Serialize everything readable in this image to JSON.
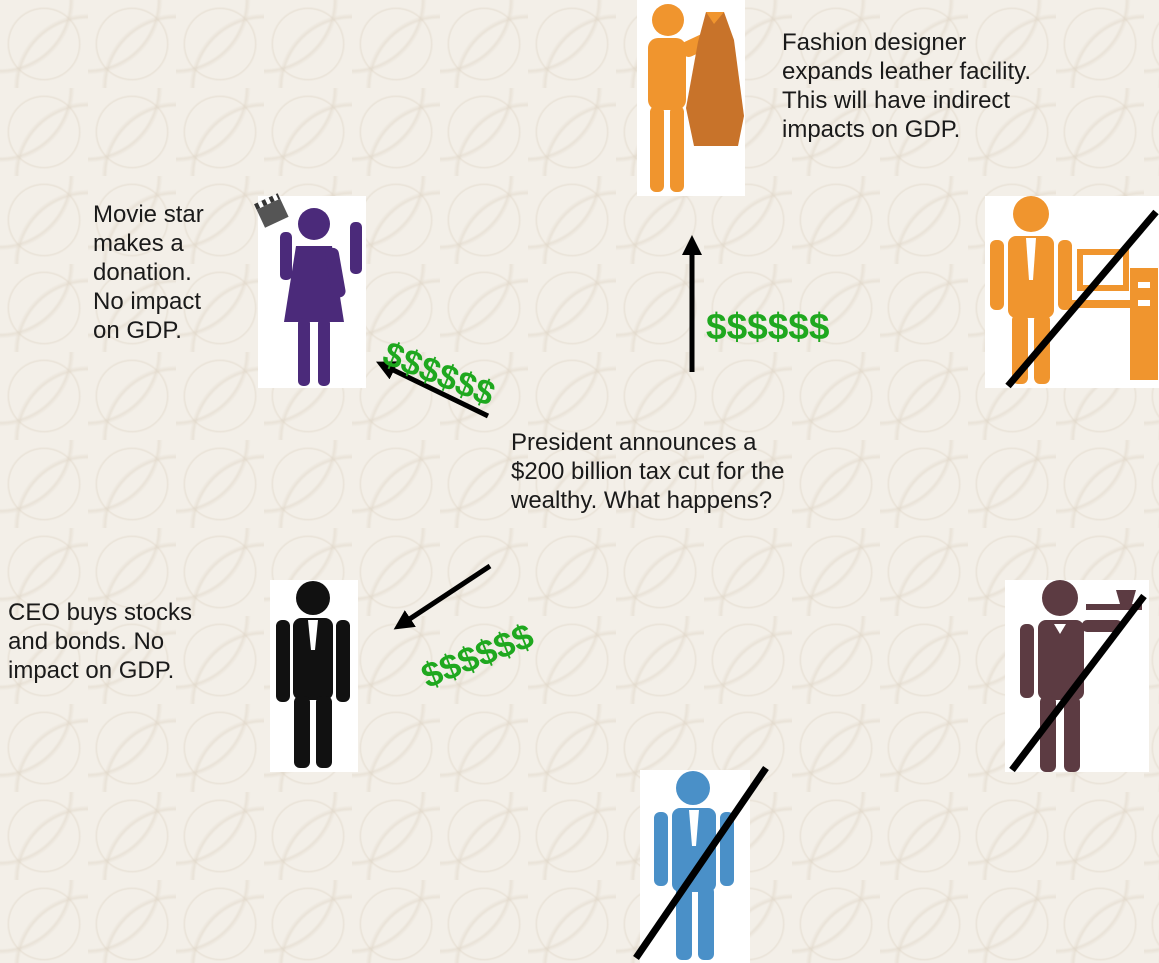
{
  "center_text": {
    "lines": [
      "President announces a",
      "$200 billion tax cut for the",
      "wealthy. What happens?"
    ]
  },
  "fashion_text": {
    "lines": [
      "Fashion designer",
      "expands leather facility.",
      "This will have indirect",
      "impacts on GDP."
    ]
  },
  "movie_text": {
    "lines": [
      "Movie star",
      "makes a",
      "donation.",
      "No impact",
      "on GDP."
    ]
  },
  "ceo_text": {
    "lines": [
      "CEO buys stocks",
      "and bonds. No",
      "impact on GDP."
    ]
  },
  "money": {
    "up": "$$$$$$",
    "left_up": "$$$$$$",
    "left_down": "$$$$$$"
  },
  "colors": {
    "money_green": "#1fa81f",
    "fashion_orange": "#f0952e",
    "movie_purple": "#4b2a7a",
    "ceo_black": "#111111",
    "office_orange": "#f0952e",
    "waiter_maroon": "#5c3b42",
    "clerk_blue": "#4a90c8"
  },
  "icons": [
    "fashion-designer-icon",
    "movie-star-icon",
    "ceo-icon",
    "office-worker-icon",
    "waiter-icon",
    "clerk-icon"
  ]
}
